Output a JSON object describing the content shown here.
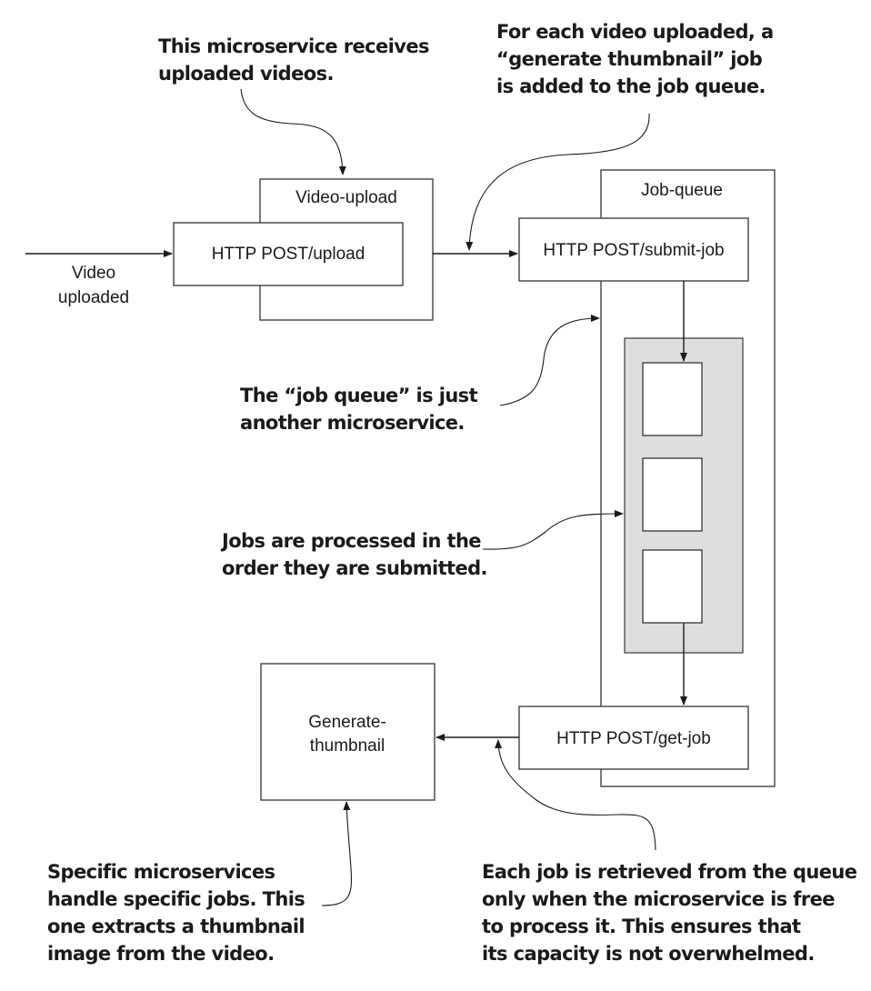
{
  "diagram": {
    "components": {
      "video_upload": {
        "title": "Video-upload",
        "endpoint": "HTTP POST/upload"
      },
      "job_queue": {
        "title": "Job-queue",
        "submit_endpoint": "HTTP  POST/submit-job",
        "get_endpoint": "HTTP  POST/get-job",
        "queued_jobs": 3
      },
      "generate_thumbnail": {
        "title_line1": "Generate-",
        "title_line2": "thumbnail"
      }
    },
    "input": {
      "line1": "Video",
      "line2": "uploaded"
    },
    "annotations": {
      "upload_note": [
        "This microservice receives",
        "uploaded videos."
      ],
      "submit_note": [
        "For each video uploaded, a",
        "“generate thumbnail” job",
        "is added to the job queue."
      ],
      "queue_note": [
        "The “job queue” is just",
        "another microservice."
      ],
      "order_note": [
        "Jobs are processed in the",
        "order they are submitted."
      ],
      "specific_note": [
        "Specific microservices",
        "handle specific jobs. This",
        "one extracts a thumbnail",
        "image from the video."
      ],
      "retrieve_note": [
        "Each job is retrieved from the queue",
        "only when the microservice is free",
        "to process it. This ensures that",
        "its capacity is not overwhelmed."
      ]
    }
  }
}
